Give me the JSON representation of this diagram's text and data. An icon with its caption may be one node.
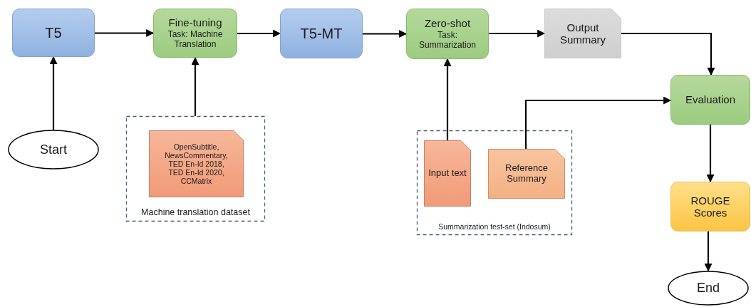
{
  "diagram": {
    "nodes": [
      {
        "text": [
          "T5"
        ]
      },
      {
        "text": [
          "Fine-tuning",
          "Task: Machine Translation"
        ]
      },
      {
        "text": [
          "T5-MT"
        ]
      },
      {
        "text": [
          "Zero-shot",
          "Task: Summarization"
        ]
      },
      {
        "text": [
          "Output Summary"
        ]
      },
      {
        "text": [
          "Start"
        ]
      },
      {
        "text": [
          "Machine translation dataset"
        ]
      },
      {
        "text": [
          "OpenSubtitle, NewsCommentary, TED En-Id 2018, TED En-Id 2020, CCMatrix"
        ],
        "in": 6
      },
      {
        "text": [
          "Evaluation"
        ]
      },
      {
        "text": [
          "Summarization test-set (Indosum)"
        ]
      },
      {
        "text": [
          "Input text"
        ],
        "in": 9
      },
      {
        "text": [
          "Reference Summary"
        ],
        "in": 9
      },
      {
        "text": [
          "ROUGE Scores"
        ]
      },
      {
        "text": [
          "End"
        ]
      }
    ],
    "edges": [
      {
        "from": 0,
        "to": 1,
        "arrow": "to"
      },
      {
        "from": 1,
        "to": 2,
        "arrow": "to"
      },
      {
        "from": 2,
        "to": 3,
        "arrow": "to"
      },
      {
        "from": 3,
        "to": 4,
        "arrow": "to"
      },
      {
        "from": 4,
        "to": 8,
        "arrow": "to"
      },
      {
        "from": 5,
        "to": 0,
        "arrow": "to"
      },
      {
        "from": 6,
        "to": 1,
        "arrow": "to"
      },
      {
        "from": 10,
        "to": 3,
        "arrow": "to"
      },
      {
        "from": 11,
        "to": 8,
        "arrow": "to"
      },
      {
        "from": 8,
        "to": 12,
        "arrow": "to"
      },
      {
        "from": 12,
        "to": 13,
        "arrow": "to"
      }
    ]
  }
}
